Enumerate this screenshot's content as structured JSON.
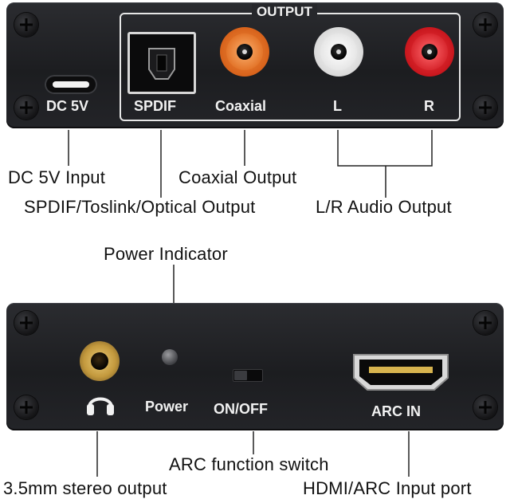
{
  "top_panel": {
    "output_header": "OUTPUT",
    "port_labels": {
      "dc": "DC 5V",
      "spdif": "SPDIF",
      "coaxial": "Coaxial",
      "left": "L",
      "right": "R"
    }
  },
  "top_callouts": {
    "dc_input": "DC 5V Input",
    "optical_output": "SPDIF/Toslink/Optical Output",
    "coaxial_output": "Coaxial Output",
    "lr_output": "L/R Audio Output"
  },
  "bottom_panel": {
    "port_labels": {
      "power": "Power",
      "switch": "ON/OFF",
      "arc_in": "ARC IN"
    }
  },
  "bottom_callouts": {
    "power_indicator": "Power Indicator",
    "arc_switch": "ARC function switch",
    "stereo_output": "3.5mm stereo output",
    "hdmi_input": "HDMI/ARC Input port"
  },
  "colors": {
    "panel": "#222327",
    "coaxial_jack": "#e8762a",
    "left_jack": "#f2f2f2",
    "right_jack": "#d8232a",
    "gold_jack": "#c9a24a"
  }
}
